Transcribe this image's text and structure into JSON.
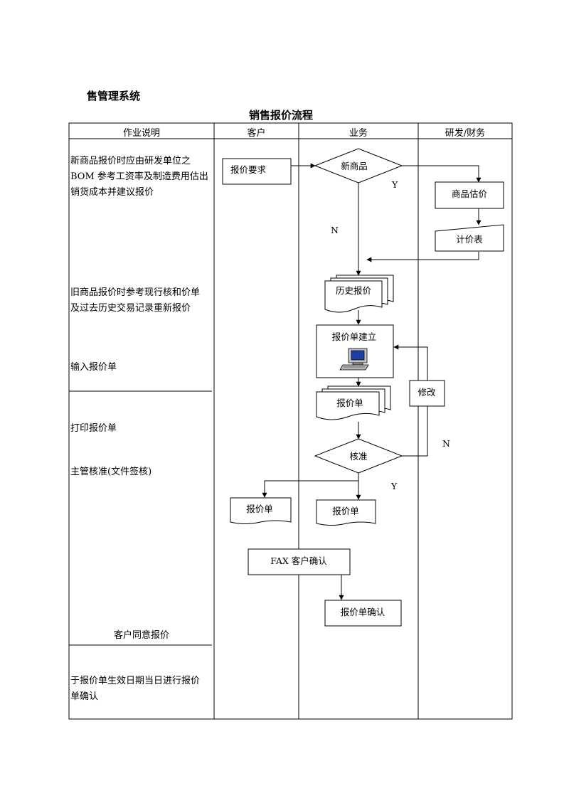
{
  "document": {
    "title": "售管理系统"
  },
  "flowchart": {
    "title": "销售报价流程",
    "columns": [
      "作业说明",
      "客户",
      "业务",
      "研发/财务"
    ],
    "descriptions": [
      [
        "新商品报价时应由研发单位之",
        "BOM 参考工资率及制造费用估出",
        "销货成本并建议报价"
      ],
      [
        "旧商品报价时参考现行核和价单",
        "及过去历史交易记录重新报价"
      ],
      [
        "输入报价单"
      ],
      [
        "打印报价单"
      ],
      [
        "主管核准(文件签核)"
      ],
      [
        "客户同意报价"
      ],
      [
        "于报价单生效日期当日进行报价",
        "单确认"
      ]
    ],
    "nodes": {
      "request": "报价要求",
      "new_product": "新商品",
      "estimate": "商品估价",
      "price_table": "计价表",
      "history": "历史报价",
      "create_quote": "报价单建立",
      "modify": "修改",
      "quote_print": "报价单",
      "approve": "核准",
      "quote_customer": "报价单",
      "quote_business": "报价单",
      "fax_confirm": "FAX 客户确认",
      "quote_confirm": "报价单确认"
    },
    "labels": {
      "yes": "Y",
      "no": "N"
    }
  }
}
